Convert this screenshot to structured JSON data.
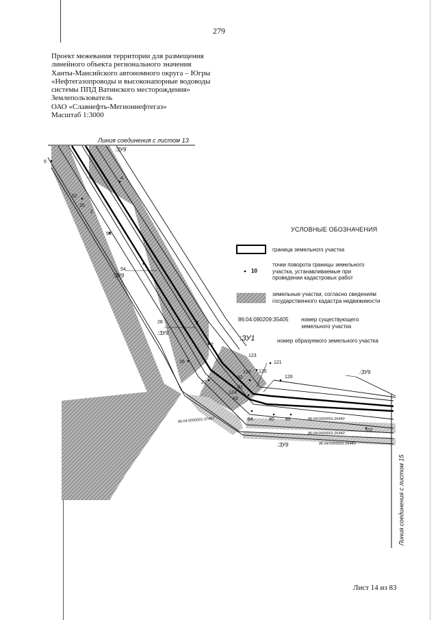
{
  "page_number": "279",
  "header_lines": [
    "Проект межевания территории для размещения",
    "линейного объекта регионального значения",
    "Ханты-Мансийского автономного округа – Югры",
    "«Нефтегазопроводы и высоконапорные водоводы",
    "системы ППД Ватинского месторождения»",
    "Землепользователь",
    "ОАО «Славнефть-Мегионнефтегаз»",
    "Масштаб 1:3000"
  ],
  "connection_top": "Линия соединения с листом 13",
  "connection_right": "Линия соединения с листом 15",
  "legend": {
    "title": "УСЛОВНЫЕ ОБОЗНАЧЕНИЯ",
    "boundary": "граница земельного участка",
    "point_sample": "10",
    "point_text": "точки поворота границы земельного участка, устанавливаемые при проведении кадастровых работ",
    "existing_text": "земельные участки, согласно сведениям государственного кадастра недвижимости",
    "cadastral_sample": "86:04:080209:35405",
    "cadastral_text": "номер существующего земельного участка",
    "new_sample": ":ЗУ1",
    "new_text": "номер образуемого земельного участка"
  },
  "map_labels": {
    "zu9": ":ЗУ9",
    "points": [
      "5",
      "4",
      "52",
      "25",
      "2",
      "53",
      "54",
      "28",
      "3",
      "2",
      "26",
      "27",
      "123",
      "122",
      "120",
      "121",
      "82",
      "81",
      "124",
      "83",
      "126",
      "84",
      "80",
      "85",
      "102"
    ],
    "cadastral": [
      "86:04:0000001:37467",
      "86:04:0000001:26440",
      "86:04:0000001:26440",
      "86:04:0000001:26440"
    ]
  },
  "sheet": "Лист 14 из 83",
  "colors": {
    "hatch": "#8a8a8a",
    "line": "#111111"
  }
}
